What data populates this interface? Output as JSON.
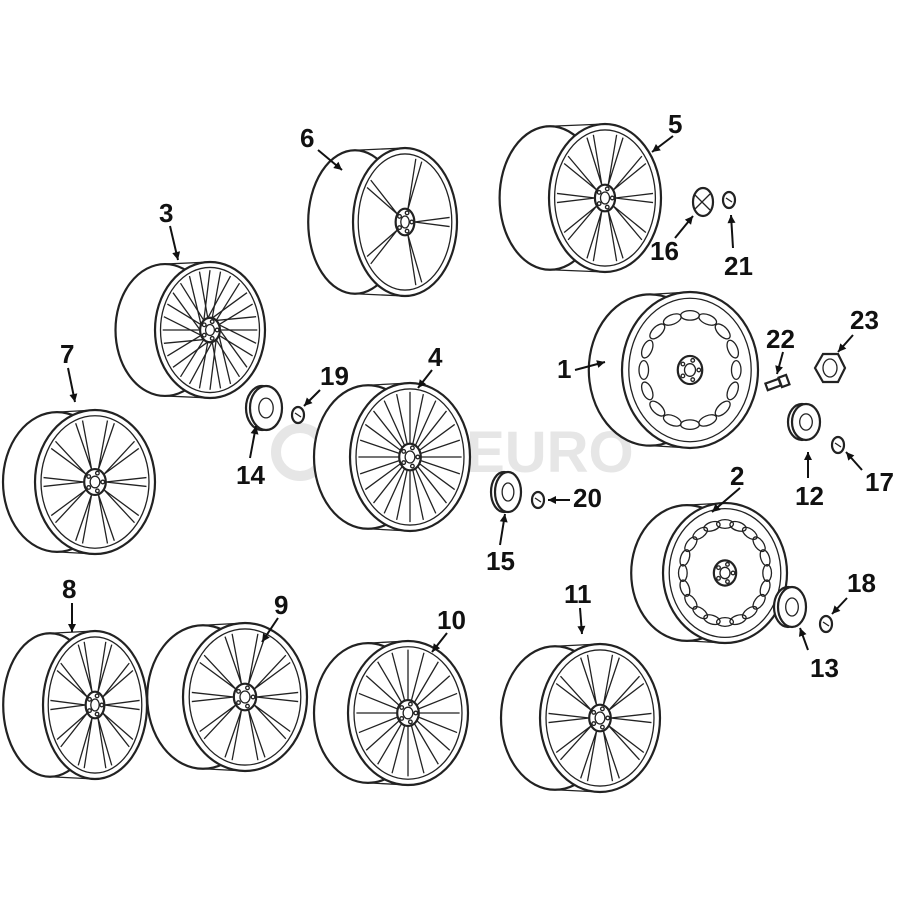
{
  "diagram": {
    "watermark": "FCP EURO",
    "parts": [
      {
        "label": "1",
        "kind": "wheel"
      },
      {
        "label": "2",
        "kind": "wheel"
      },
      {
        "label": "3",
        "kind": "wheel"
      },
      {
        "label": "4",
        "kind": "wheel"
      },
      {
        "label": "5",
        "kind": "wheel"
      },
      {
        "label": "6",
        "kind": "wheel"
      },
      {
        "label": "7",
        "kind": "wheel"
      },
      {
        "label": "8",
        "kind": "wheel"
      },
      {
        "label": "9",
        "kind": "wheel"
      },
      {
        "label": "10",
        "kind": "wheel"
      },
      {
        "label": "11",
        "kind": "wheel"
      },
      {
        "label": "12",
        "kind": "center-cap"
      },
      {
        "label": "13",
        "kind": "center-cap"
      },
      {
        "label": "14",
        "kind": "center-cap"
      },
      {
        "label": "15",
        "kind": "center-cap"
      },
      {
        "label": "16",
        "kind": "center-cap-clip"
      },
      {
        "label": "17",
        "kind": "emblem"
      },
      {
        "label": "18",
        "kind": "emblem"
      },
      {
        "label": "19",
        "kind": "emblem"
      },
      {
        "label": "20",
        "kind": "emblem"
      },
      {
        "label": "21",
        "kind": "emblem"
      },
      {
        "label": "22",
        "kind": "wheel-bolt"
      },
      {
        "label": "23",
        "kind": "lock-nut"
      }
    ]
  }
}
